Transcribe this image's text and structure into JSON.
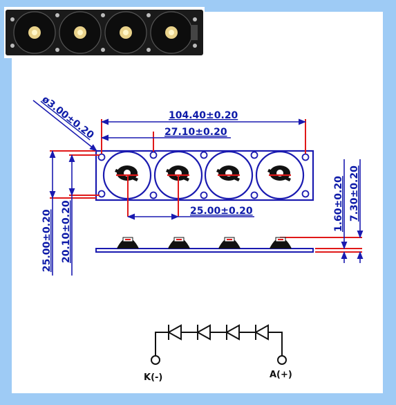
{
  "product_photo": {
    "led_count": 4,
    "board_color": "#1a1a1a",
    "led_color": "#e9d28a"
  },
  "dimensions": {
    "hole_diameter": "ø3.00±0.20",
    "overall_length": "104.40±0.20",
    "hole_to_first_led": "27.10±0.20",
    "led_pitch": "25.00±0.20",
    "board_height": "25.00±0.20",
    "hole_spacing_vertical": "20.10±0.20",
    "board_thickness": "1.60±0.20",
    "total_height": "7.30±0.20"
  },
  "schematic": {
    "diode_count": 4,
    "cathode_label": "K(-)",
    "anode_label": "A(+)"
  },
  "colors": {
    "outline": "#1a1ab0",
    "dimension_red": "#e01818",
    "dimension_text": "#0d1aa8",
    "frame": "#9ecbf5"
  }
}
